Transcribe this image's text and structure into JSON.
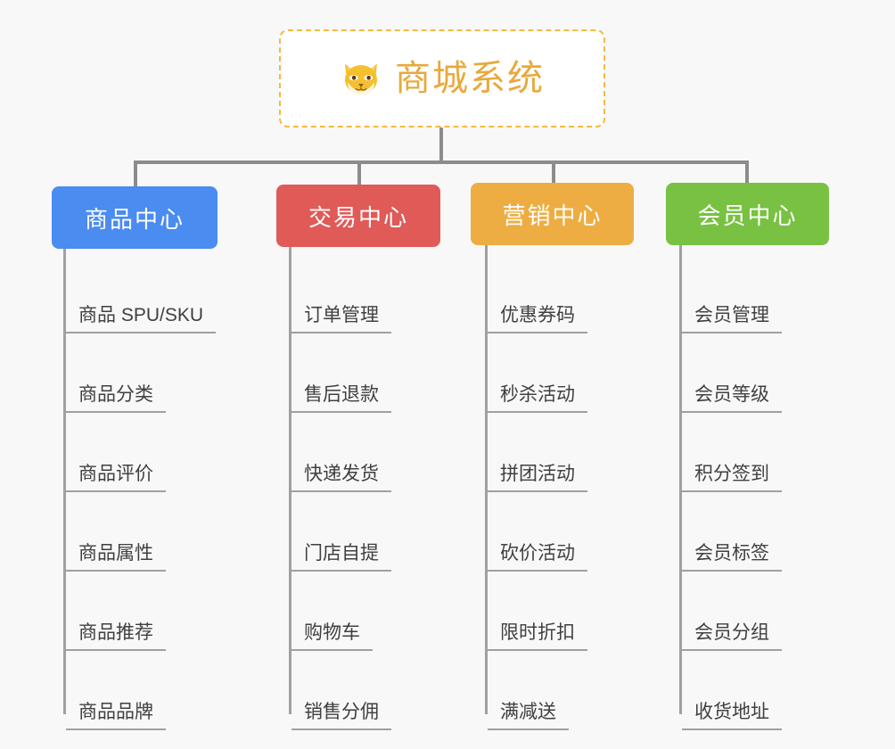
{
  "page": {
    "background_color": "#f8f8f8",
    "type": "org-chart-mindmap"
  },
  "root": {
    "title": "商城系统",
    "icon": "shiba-dog-face-icon",
    "text_color": "#e8a93c",
    "border_color": "#f4b942",
    "background_color": "#ffffff"
  },
  "connector_color": "#8c8c8c",
  "columns": [
    {
      "title": "商品中心",
      "color": "#4a8cf0",
      "items": [
        "商品 SPU/SKU",
        "商品分类",
        "商品评价",
        "商品属性",
        "商品推荐",
        "商品品牌"
      ]
    },
    {
      "title": "交易中心",
      "color": "#e05a58",
      "items": [
        "订单管理",
        "售后退款",
        "快递发货",
        "门店自提",
        "购物车",
        "销售分佣"
      ]
    },
    {
      "title": "营销中心",
      "color": "#eead42",
      "items": [
        "优惠券码",
        "秒杀活动",
        "拼团活动",
        "砍价活动",
        "限时折扣",
        "满减送"
      ]
    },
    {
      "title": "会员中心",
      "color": "#79c143",
      "items": [
        "会员管理",
        "会员等级",
        "积分签到",
        "会员标签",
        "会员分组",
        "收货地址"
      ]
    }
  ]
}
